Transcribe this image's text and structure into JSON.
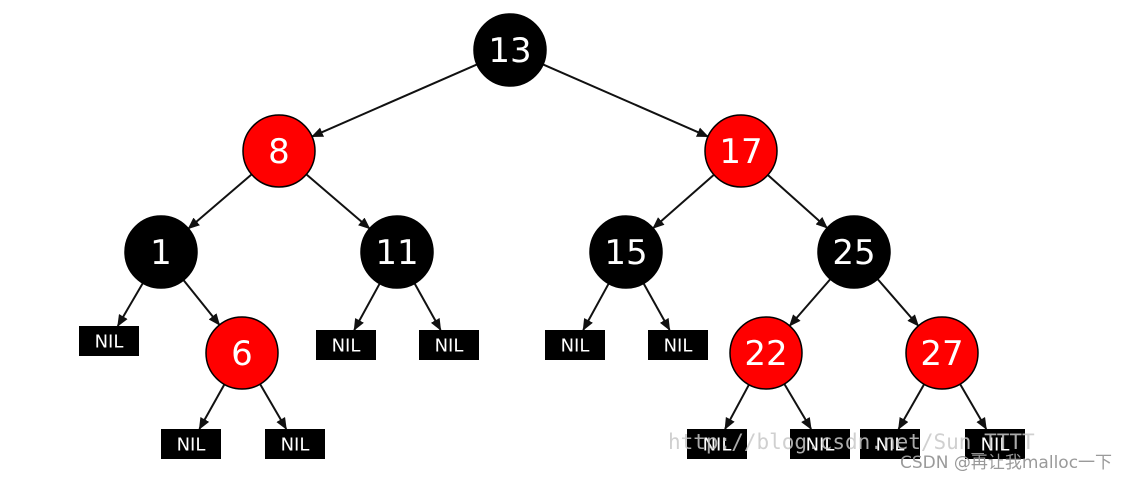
{
  "colors": {
    "red": "#ff0000",
    "black": "#000000",
    "edge": "#111111",
    "node_text": "#ffffff"
  },
  "nil_label": "NIL",
  "nodes": [
    {
      "id": "n13",
      "label": "13",
      "color": "black"
    },
    {
      "id": "n8",
      "label": "8",
      "color": "red"
    },
    {
      "id": "n17",
      "label": "17",
      "color": "red"
    },
    {
      "id": "n1",
      "label": "1",
      "color": "black"
    },
    {
      "id": "n11",
      "label": "11",
      "color": "black"
    },
    {
      "id": "n15",
      "label": "15",
      "color": "black"
    },
    {
      "id": "n25",
      "label": "25",
      "color": "black"
    },
    {
      "id": "n6",
      "label": "6",
      "color": "red"
    },
    {
      "id": "n22",
      "label": "22",
      "color": "red"
    },
    {
      "id": "n27",
      "label": "27",
      "color": "red"
    },
    {
      "id": "nil1l"
    },
    {
      "id": "nil11l"
    },
    {
      "id": "nil11r"
    },
    {
      "id": "nil15l"
    },
    {
      "id": "nil15r"
    },
    {
      "id": "nil6l"
    },
    {
      "id": "nil6r"
    },
    {
      "id": "nil22l"
    },
    {
      "id": "nil22r"
    },
    {
      "id": "nil27l"
    },
    {
      "id": "nil27r"
    }
  ],
  "edges": [
    [
      "n13",
      "n8"
    ],
    [
      "n13",
      "n17"
    ],
    [
      "n8",
      "n1"
    ],
    [
      "n8",
      "n11"
    ],
    [
      "n17",
      "n15"
    ],
    [
      "n17",
      "n25"
    ],
    [
      "n1",
      "nil1l"
    ],
    [
      "n1",
      "n6"
    ],
    [
      "n11",
      "nil11l"
    ],
    [
      "n11",
      "nil11r"
    ],
    [
      "n15",
      "nil15l"
    ],
    [
      "n15",
      "nil15r"
    ],
    [
      "n25",
      "n22"
    ],
    [
      "n25",
      "n27"
    ],
    [
      "n6",
      "nil6l"
    ],
    [
      "n6",
      "nil6r"
    ],
    [
      "n22",
      "nil22l"
    ],
    [
      "n22",
      "nil22r"
    ],
    [
      "n27",
      "nil27l"
    ],
    [
      "n27",
      "nil27r"
    ]
  ],
  "watermark": {
    "url": "http://blog.csdn.net/Sun_TTTT",
    "credit": "CSDN @再让我malloc一下"
  }
}
